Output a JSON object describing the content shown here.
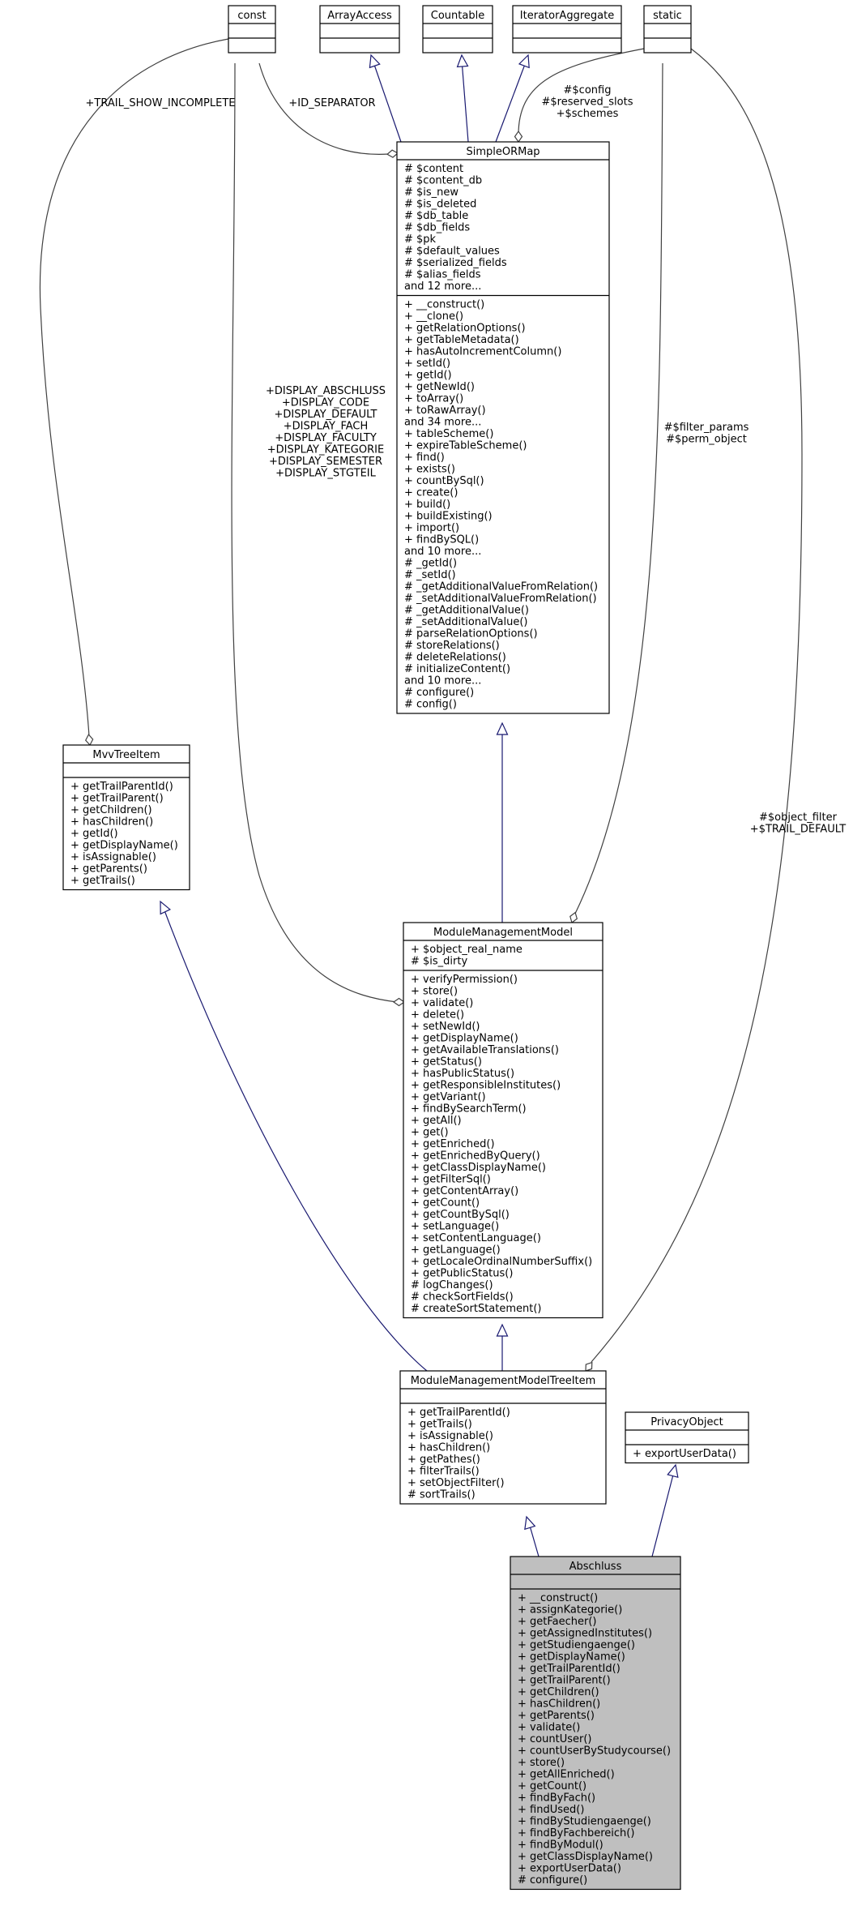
{
  "diagram": {
    "type": "uml-class-diagram",
    "colors": {
      "stroke": "#000000",
      "inheritance_edge": "#191970",
      "usage_edge": "#404040",
      "highlight_fill": "#bfbfbf",
      "box_fill": "#ffffff"
    },
    "classes": {
      "const": {
        "name": "const",
        "attributes": [],
        "methods": []
      },
      "array_access": {
        "name": "ArrayAccess",
        "attributes": [],
        "methods": []
      },
      "countable": {
        "name": "Countable",
        "attributes": [],
        "methods": []
      },
      "iterator_aggregate": {
        "name": "IteratorAggregate",
        "attributes": [],
        "methods": []
      },
      "static": {
        "name": "static",
        "attributes": [],
        "methods": []
      },
      "simple_orm_map": {
        "name": "SimpleORMap",
        "attributes": [
          "# $content",
          "# $content_db",
          "# $is_new",
          "# $is_deleted",
          "# $db_table",
          "# $db_fields",
          "# $pk",
          "# $default_values",
          "# $serialized_fields",
          "# $alias_fields",
          "and 12 more..."
        ],
        "methods": [
          "+ __construct()",
          "+ __clone()",
          "+ getRelationOptions()",
          "+ getTableMetadata()",
          "+ hasAutoIncrementColumn()",
          "+ setId()",
          "+ getId()",
          "+ getNewId()",
          "+ toArray()",
          "+ toRawArray()",
          "and 34 more...",
          "+ tableScheme()",
          "+ expireTableScheme()",
          "+ find()",
          "+ exists()",
          "+ countBySql()",
          "+ create()",
          "+ build()",
          "+ buildExisting()",
          "+ import()",
          "+ findBySQL()",
          "and 10 more...",
          "# _getId()",
          "# _setId()",
          "# _getAdditionalValueFromRelation()",
          "# _setAdditionalValueFromRelation()",
          "# _getAdditionalValue()",
          "# _setAdditionalValue()",
          "# parseRelationOptions()",
          "# storeRelations()",
          "# deleteRelations()",
          "# initializeContent()",
          "and 10 more...",
          "# configure()",
          "# config()"
        ]
      },
      "mvv_tree_item": {
        "name": "MvvTreeItem",
        "attributes": [],
        "methods": [
          "+ getTrailParentId()",
          "+ getTrailParent()",
          "+ getChildren()",
          "+ hasChildren()",
          "+ getId()",
          "+ getDisplayName()",
          "+ isAssignable()",
          "+ getParents()",
          "+ getTrails()"
        ]
      },
      "module_management_model": {
        "name": "ModuleManagementModel",
        "attributes": [
          "+ $object_real_name",
          "# $is_dirty"
        ],
        "methods": [
          "+ verifyPermission()",
          "+ store()",
          "+ validate()",
          "+ delete()",
          "+ setNewId()",
          "+ getDisplayName()",
          "+ getAvailableTranslations()",
          "+ getStatus()",
          "+ hasPublicStatus()",
          "+ getResponsibleInstitutes()",
          "+ getVariant()",
          "+ findBySearchTerm()",
          "+ getAll()",
          "+ get()",
          "+ getEnriched()",
          "+ getEnrichedByQuery()",
          "+ getClassDisplayName()",
          "+ getFilterSql()",
          "+ getContentArray()",
          "+ getCount()",
          "+ getCountBySql()",
          "+ setLanguage()",
          "+ setContentLanguage()",
          "+ getLanguage()",
          "+ getLocaleOrdinalNumberSuffix()",
          "+ getPublicStatus()",
          "# logChanges()",
          "# checkSortFields()",
          "# createSortStatement()"
        ]
      },
      "module_management_model_tree_item": {
        "name": "ModuleManagementModelTreeItem",
        "attributes": [],
        "methods": [
          "+ getTrailParentId()",
          "+ getTrails()",
          "+ isAssignable()",
          "+ hasChildren()",
          "+ getPathes()",
          "+ filterTrails()",
          "+ setObjectFilter()",
          "# sortTrails()"
        ]
      },
      "privacy_object": {
        "name": "PrivacyObject",
        "attributes": [],
        "methods": [
          "+ exportUserData()"
        ]
      },
      "abschluss": {
        "name": "Abschluss",
        "attributes": [],
        "methods": [
          "+ __construct()",
          "+ assignKategorie()",
          "+ getFaecher()",
          "+ getAssignedInstitutes()",
          "+ getStudiengaenge()",
          "+ getDisplayName()",
          "+ getTrailParentId()",
          "+ getTrailParent()",
          "+ getChildren()",
          "+ hasChildren()",
          "+ getParents()",
          "+ validate()",
          "+ countUser()",
          "+ countUserByStudycourse()",
          "+ store()",
          "+ getAllEnriched()",
          "+ getCount()",
          "+ findByFach()",
          "+ findUsed()",
          "+ findByStudiengaenge()",
          "+ findByFachbereich()",
          "+ findByModul()",
          "+ getClassDisplayName()",
          "+ exportUserData()",
          "# configure()"
        ]
      }
    },
    "edge_labels": {
      "trail_show_incomplete": [
        "+TRAIL_SHOW_INCOMPLETE"
      ],
      "id_separator": [
        "+ID_SEPARATOR"
      ],
      "config_slots": [
        "#$config",
        "#$reserved_slots",
        "+$schemes"
      ],
      "display_consts": [
        "+DISPLAY_ABSCHLUSS",
        "+DISPLAY_CODE",
        "+DISPLAY_DEFAULT",
        "+DISPLAY_FACH",
        "+DISPLAY_FACULTY",
        "+DISPLAY_KATEGORIE",
        "+DISPLAY_SEMESTER",
        "+DISPLAY_STGTEIL"
      ],
      "filter_params": [
        "#$filter_params",
        "#$perm_object"
      ],
      "object_filter": [
        "#$object_filter",
        "+$TRAIL_DEFAULT"
      ]
    }
  }
}
